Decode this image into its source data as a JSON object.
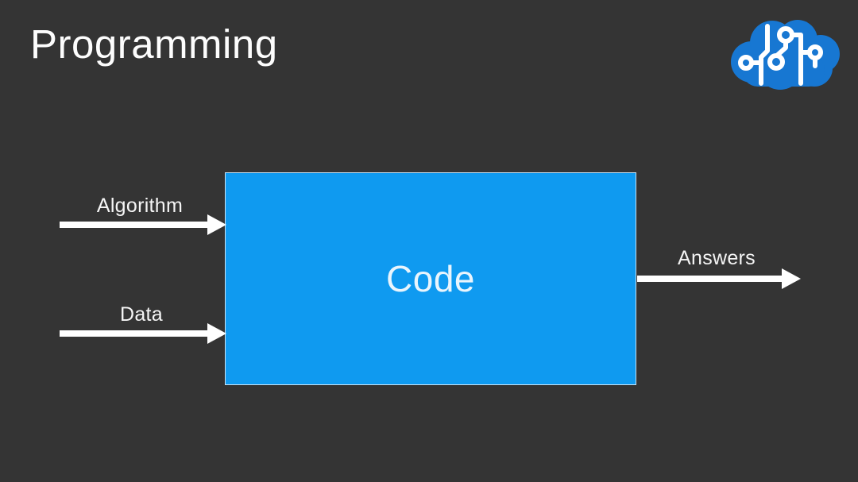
{
  "slide": {
    "title": "Programming",
    "background_color": "#343434",
    "text_color": "#fdfdfd"
  },
  "header": {
    "logo_icon": "brain-circuit-icon",
    "logo_fill_color": "#1777d2",
    "logo_trace_color": "#ffffff"
  },
  "diagram": {
    "type": "flow",
    "node": {
      "label": "Code",
      "fill_color": "#0f9af0",
      "border_color": "#c6e2f5",
      "text_color": "#e9f5fd"
    },
    "inputs": [
      {
        "label": "Algorithm"
      },
      {
        "label": "Data"
      }
    ],
    "outputs": [
      {
        "label": "Answers"
      }
    ],
    "arrow_color": "#ffffff",
    "edges": [
      {
        "from": "Algorithm",
        "to": "Code"
      },
      {
        "from": "Data",
        "to": "Code"
      },
      {
        "from": "Code",
        "to": "Answers"
      }
    ]
  }
}
